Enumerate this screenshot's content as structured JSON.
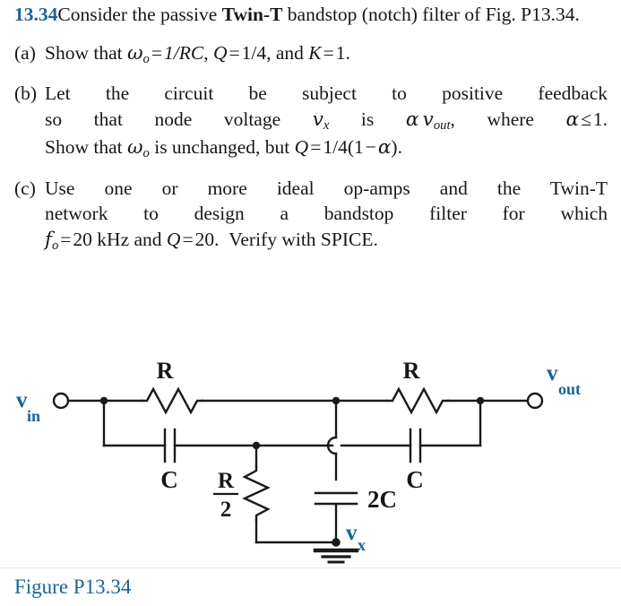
{
  "problem": {
    "number": "13.34",
    "lead": {
      "before_bold": "Consider the passive ",
      "bold_term": "Twin-T",
      "after_bold": " bandstop (notch) filter of Fig. P13.34."
    },
    "parts": [
      {
        "marker": "(a)",
        "lines": [
          "Show that ωo = 1/RC, Q = 1/4, and K = 1."
        ],
        "text": "Show that ωo = 1/RC, Q = 1/4, and K = 1."
      },
      {
        "marker": "(b)",
        "lines": [
          "Let the circuit be subject to positive feedback",
          "so that node voltage vx is α vout, where α ≤ 1.",
          "Show that ωo is unchanged, but Q = 1/4(1−α)."
        ],
        "text": "Let the circuit be subject to positive feedback so that node voltage vx is α vout, where α ≤ 1. Show that ωo is unchanged, but Q = 1/4(1−α)."
      },
      {
        "marker": "(c)",
        "lines": [
          "Use one or more ideal op-amps and the Twin-T",
          "network to design a bandstop filter for which",
          "fo = 20 kHz and Q = 20. Verify with SPICE."
        ],
        "text": "Use one or more ideal op-amps and the Twin-T network to design a bandstop filter for which fo = 20 kHz and Q = 20. Verify with SPICE."
      }
    ],
    "symbols": {
      "omega": "ω",
      "omega_sub": "o",
      "alpha": "α",
      "leq": "≤",
      "minus": "−",
      "Q": "Q",
      "K": "K",
      "f": "f",
      "f_sub": "o",
      "v": "v",
      "v_sub_x": "x",
      "v_sub_out": "out",
      "eq_wo": "1/RC",
      "eq_Q_a": "1/4",
      "eq_K": "1",
      "eq_Q_b_pre": "1/4(1",
      "eq_Q_b_post": ")",
      "freq_value": "20 kHz",
      "Q_value": "20",
      "spice": "SPICE"
    }
  },
  "figure": {
    "caption": "Figure P13.34",
    "labels": {
      "v_in": {
        "main": "v",
        "sub": "in"
      },
      "v_out": {
        "main": "v",
        "sub": "out"
      },
      "v_x": {
        "main": "v",
        "sub": "x"
      },
      "r_top_left": "R",
      "r_top_right": "R",
      "c_left": "C",
      "c_right": "C",
      "r_half_numerator": "R",
      "r_half_denominator": "2",
      "cap_2c": "2C"
    },
    "components": [
      {
        "name": "resistor-r-left",
        "label": "R",
        "type": "resistor"
      },
      {
        "name": "resistor-r-right",
        "label": "R",
        "type": "resistor"
      },
      {
        "name": "capacitor-c-left",
        "label": "C",
        "type": "capacitor"
      },
      {
        "name": "capacitor-c-right",
        "label": "C",
        "type": "capacitor"
      },
      {
        "name": "resistor-r-half",
        "label": "R/2",
        "type": "resistor"
      },
      {
        "name": "capacitor-2c",
        "label": "2C",
        "type": "capacitor"
      },
      {
        "name": "ground",
        "label": "",
        "type": "ground"
      }
    ]
  },
  "colors": {
    "accent": "#1a6496",
    "text": "#171717",
    "wire": "#1a1a1a",
    "background": "#ffffff"
  }
}
